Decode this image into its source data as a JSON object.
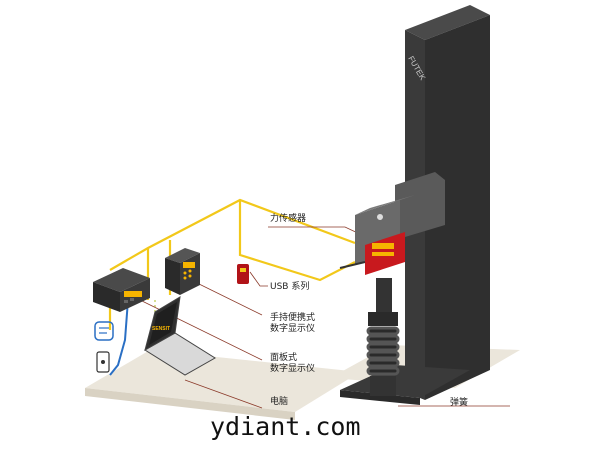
{
  "labels": {
    "force_sensor": "力传感器",
    "usb_series": "USB 系列",
    "handheld_display_line1": "手持便携式",
    "handheld_display_line2": "数字显示仪",
    "panel_display_line1": "面板式",
    "panel_display_line2": "数字显示仪",
    "computer": "电脑",
    "spring": "弹簧"
  },
  "brand": {
    "stand": "FUTEK",
    "laptop": "SENSIT"
  },
  "watermark": "ydiant.com",
  "colors": {
    "cable": "#f2c81a",
    "usb_cable": "#2a6fc4",
    "stand_dark": "#3a3a3a",
    "stand_mid": "#555555",
    "floor": "#ebe6db",
    "sensor_red": "#c8191e",
    "leader_line": "#8b3a2a"
  }
}
